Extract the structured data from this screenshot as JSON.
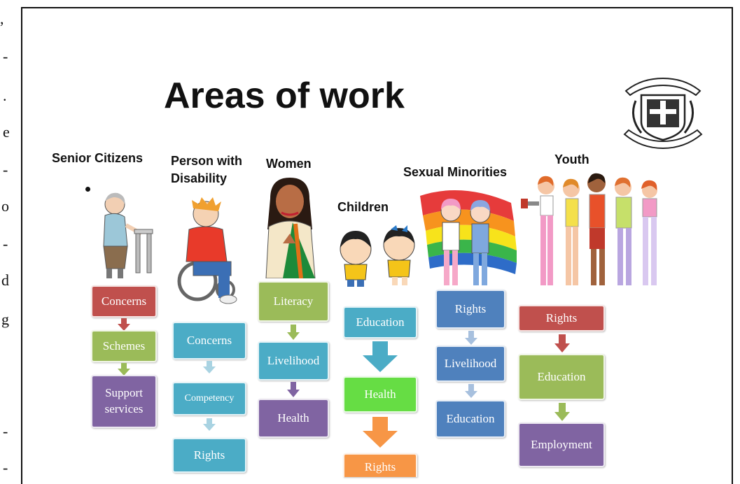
{
  "page_margin_text": [
    ",",
    "-",
    ".",
    "e",
    "-",
    "o",
    "-",
    "d",
    "g",
    "-",
    "-"
  ],
  "title": "Areas of work",
  "colors": {
    "red": "#c0504d",
    "green": "#9bbb59",
    "purple": "#8064a2",
    "teal": "#4bacc6",
    "bright_green": "#66dd44",
    "orange": "#f79646",
    "blue": "#4f81bd"
  },
  "categories": [
    {
      "label": "Senior Citizens",
      "boxes": [
        "Concerns",
        "Schemes",
        "Support services"
      ]
    },
    {
      "label": "Person with Disability",
      "boxes": [
        "Concerns",
        "Competency",
        "Rights"
      ]
    },
    {
      "label": "Women",
      "boxes": [
        "Literacy",
        "Livelihood",
        "Health"
      ]
    },
    {
      "label": "Children",
      "boxes": [
        "Education",
        "Health",
        "Rights"
      ]
    },
    {
      "label": "Sexual Minorities",
      "boxes": [
        "Rights",
        "Livelihood",
        "Education"
      ]
    },
    {
      "label": "Youth",
      "boxes": [
        "Rights",
        "Education",
        "Employment"
      ]
    }
  ]
}
